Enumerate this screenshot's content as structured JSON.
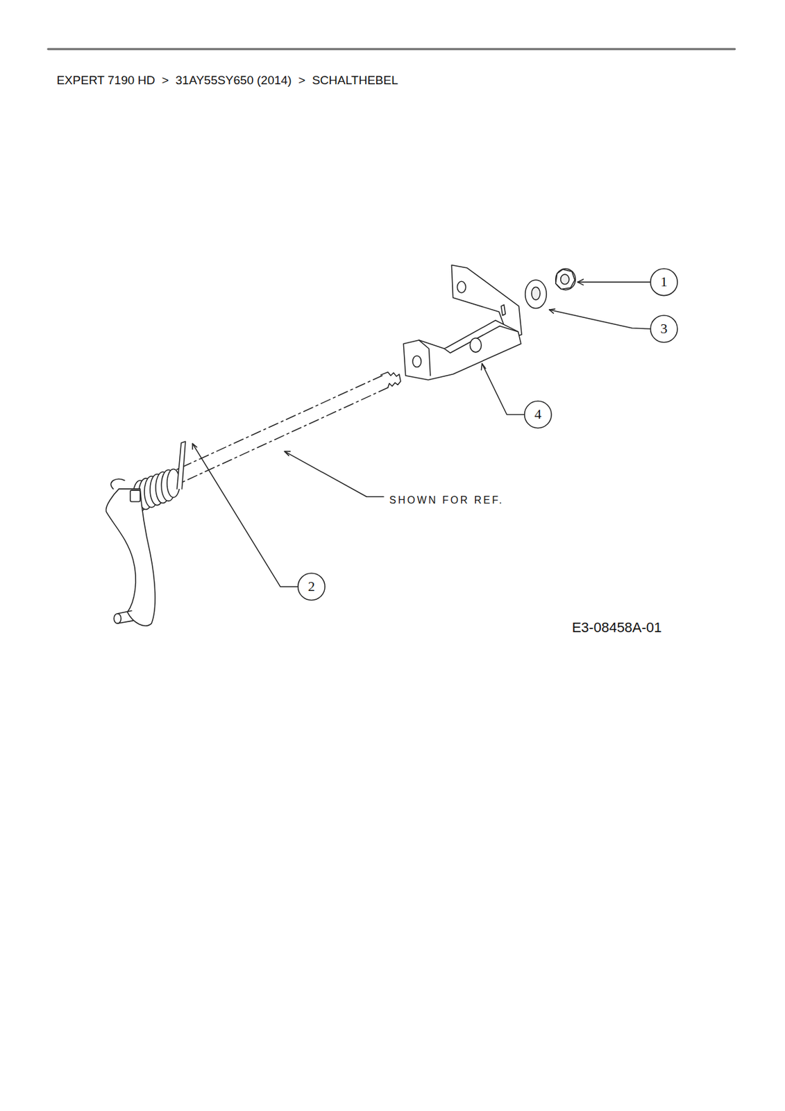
{
  "diagram": {
    "title": "EXPERT 7190 HD  >  31AY55SY650 (2014)  >  SCHALTHEBEL",
    "labels": [
      "1",
      "3",
      "4",
      "SHOWN FOR REF.",
      "2",
      "E3-08458A-01"
    ]
  }
}
